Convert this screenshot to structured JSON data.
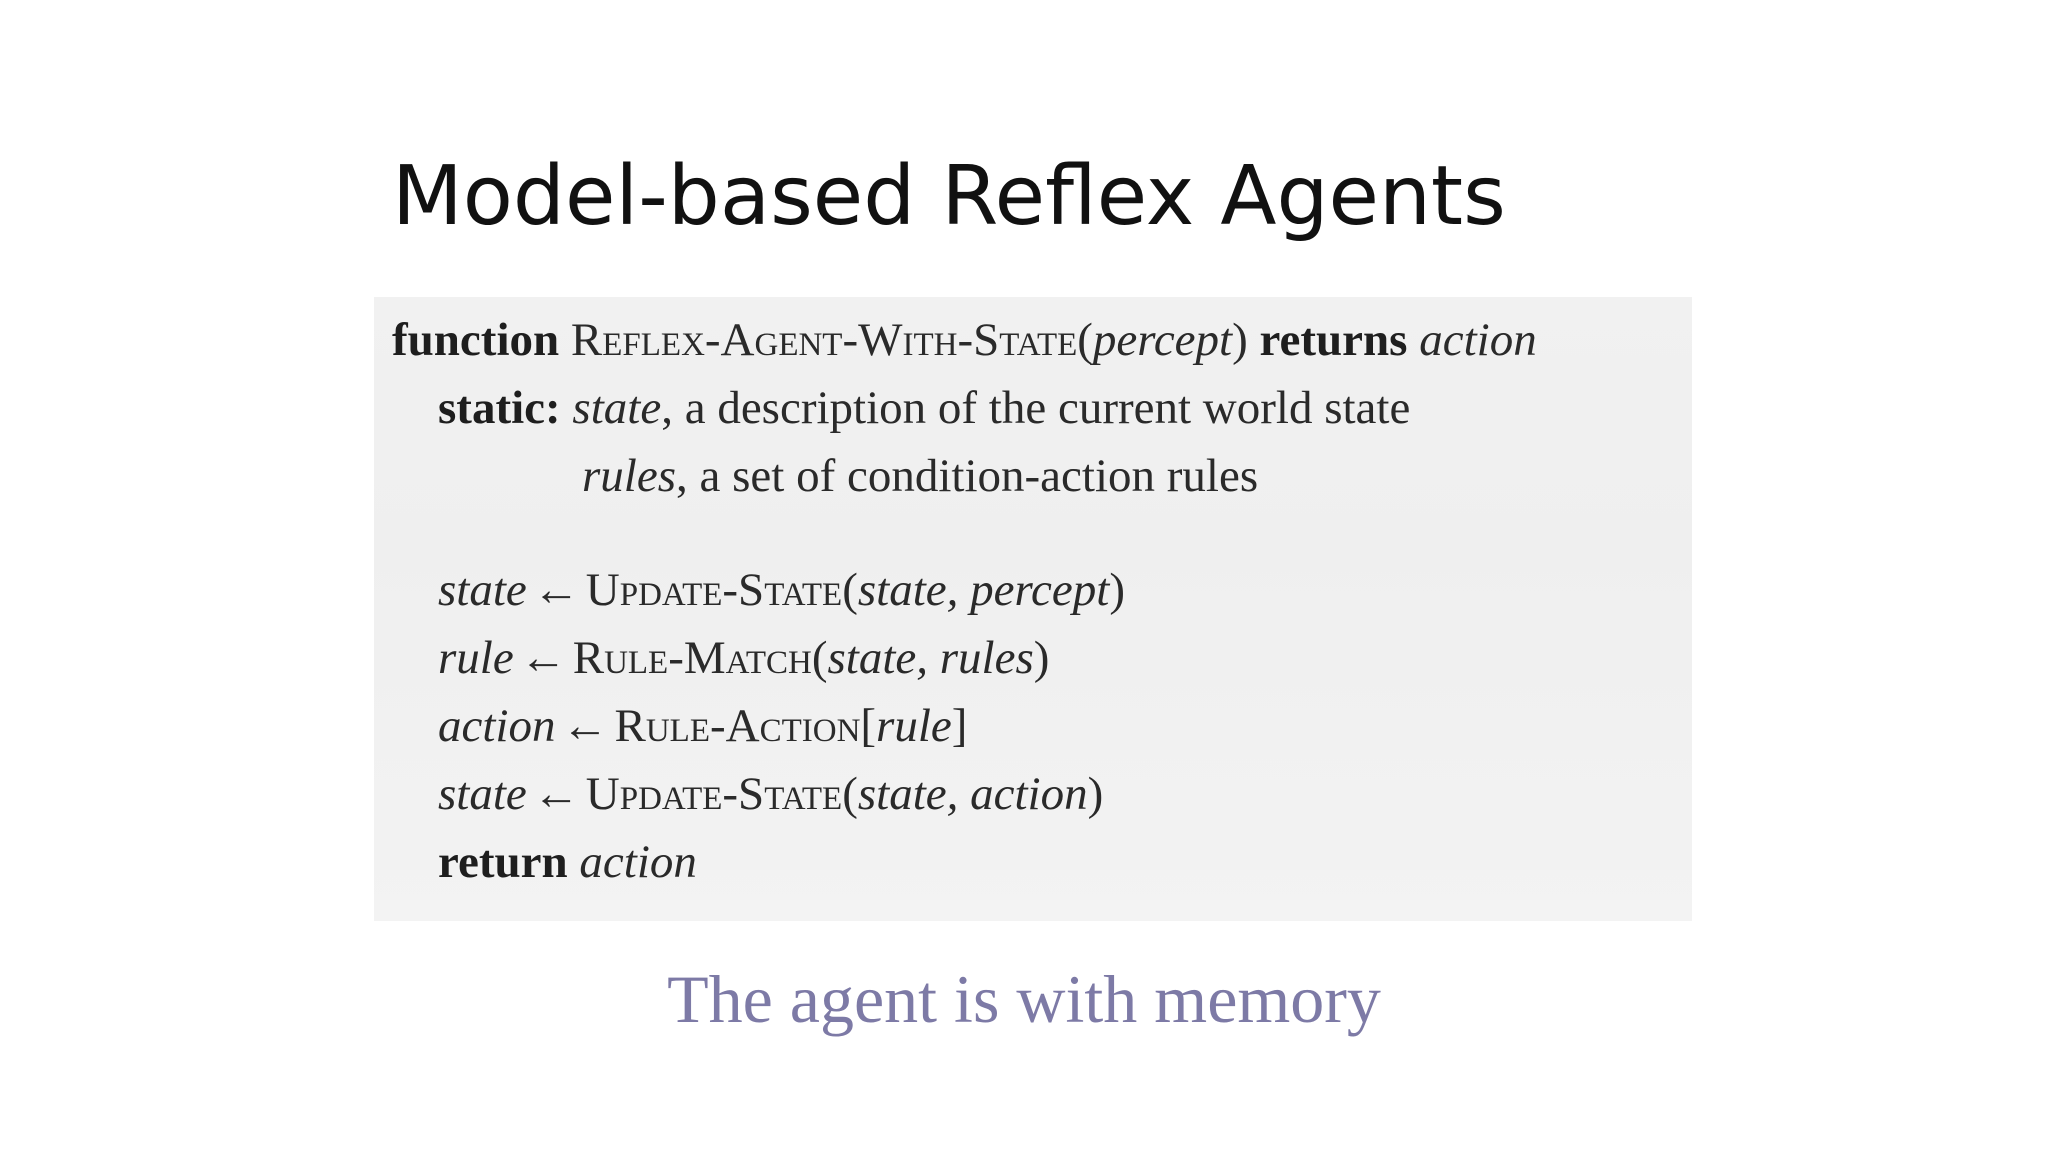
{
  "slide": {
    "title": "Model-based Reflex Agents",
    "caption": "The agent is with memory"
  },
  "code": {
    "line1": {
      "kw_function": "function",
      "fn_name": "Reflex-Agent-With-State(",
      "param": "percept",
      "close": ")",
      "kw_returns": "returns",
      "ret": "action"
    },
    "line2": {
      "kw_static": "static:",
      "var": "state",
      "desc": ", a description of the current world state"
    },
    "line3": {
      "var": "rules",
      "desc": ", a set of condition-action rules"
    },
    "line4": {
      "lhs": "state",
      "arrow": "←",
      "fn": "Update-State(",
      "args": "state, percept",
      "close": ")"
    },
    "line5": {
      "lhs": "rule",
      "arrow": "←",
      "fn": "Rule-Match(",
      "args": "state, rules",
      "close": ")"
    },
    "line6": {
      "lhs": "action",
      "arrow": "←",
      "fn": "Rule-Action[",
      "args": "rule",
      "close": "]"
    },
    "line7": {
      "lhs": "state",
      "arrow": "←",
      "fn": "Update-State(",
      "args": "state, action",
      "close": ")"
    },
    "line8": {
      "kw_return": "return",
      "ret": "action"
    }
  },
  "colors": {
    "caption": "#7d7aa6",
    "code_background": "#f1f1f1",
    "title": "#111111"
  }
}
